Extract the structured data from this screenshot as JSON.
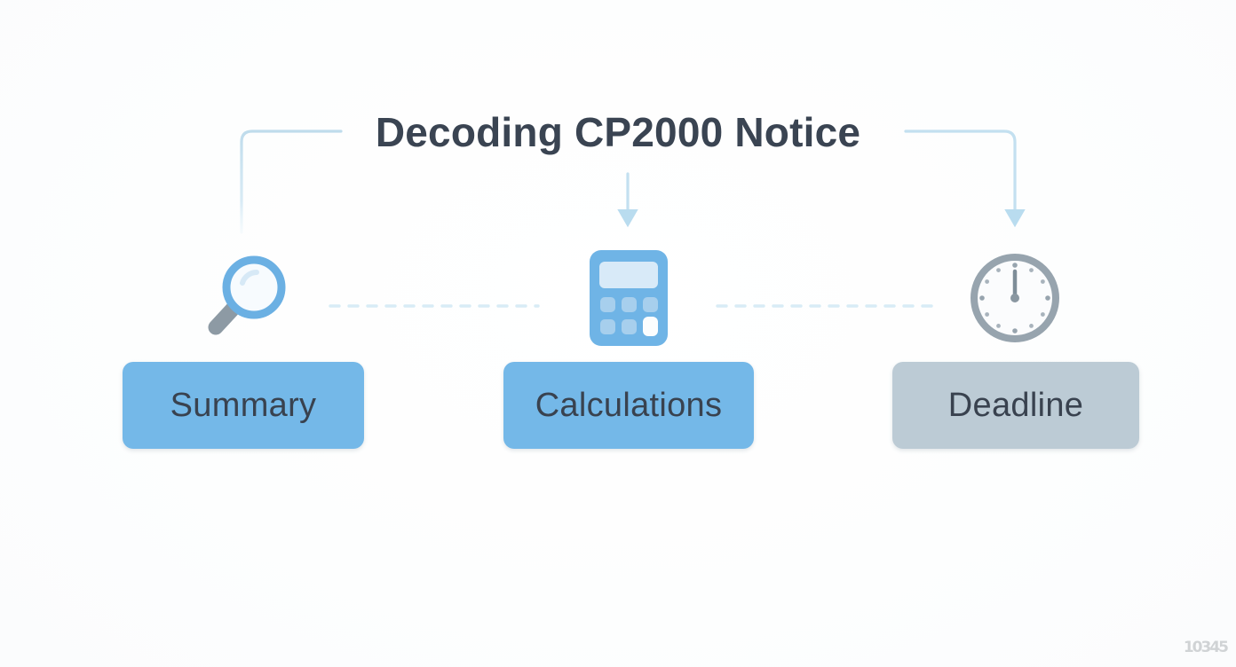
{
  "page": {
    "title": "Decoding CP2000 Notice",
    "background_color": "#ffffff",
    "title_color": "#3a4452",
    "accent_blue": "#74b8e8",
    "accent_gray": "#bccbd5",
    "connector_color": "#bfdcec",
    "watermark": "10345"
  },
  "connectors": {
    "left_label": "elbow-arrow-left",
    "center_label": "arrow-down-center",
    "right_label": "elbow-arrow-right",
    "dash_left_label": "dashed-link-summary-calculations",
    "dash_right_label": "dashed-link-calculations-deadline"
  },
  "steps": [
    {
      "id": "summary",
      "label": "Summary",
      "icon": "magnifier-icon",
      "box_color": "#74b8e8",
      "box_style": "blue"
    },
    {
      "id": "calculations",
      "label": "Calculations",
      "icon": "calculator-icon",
      "box_color": "#74b8e8",
      "box_style": "blue"
    },
    {
      "id": "deadline",
      "label": "Deadline",
      "icon": "clock-icon",
      "box_color": "#bccbd5",
      "box_style": "gray"
    }
  ]
}
